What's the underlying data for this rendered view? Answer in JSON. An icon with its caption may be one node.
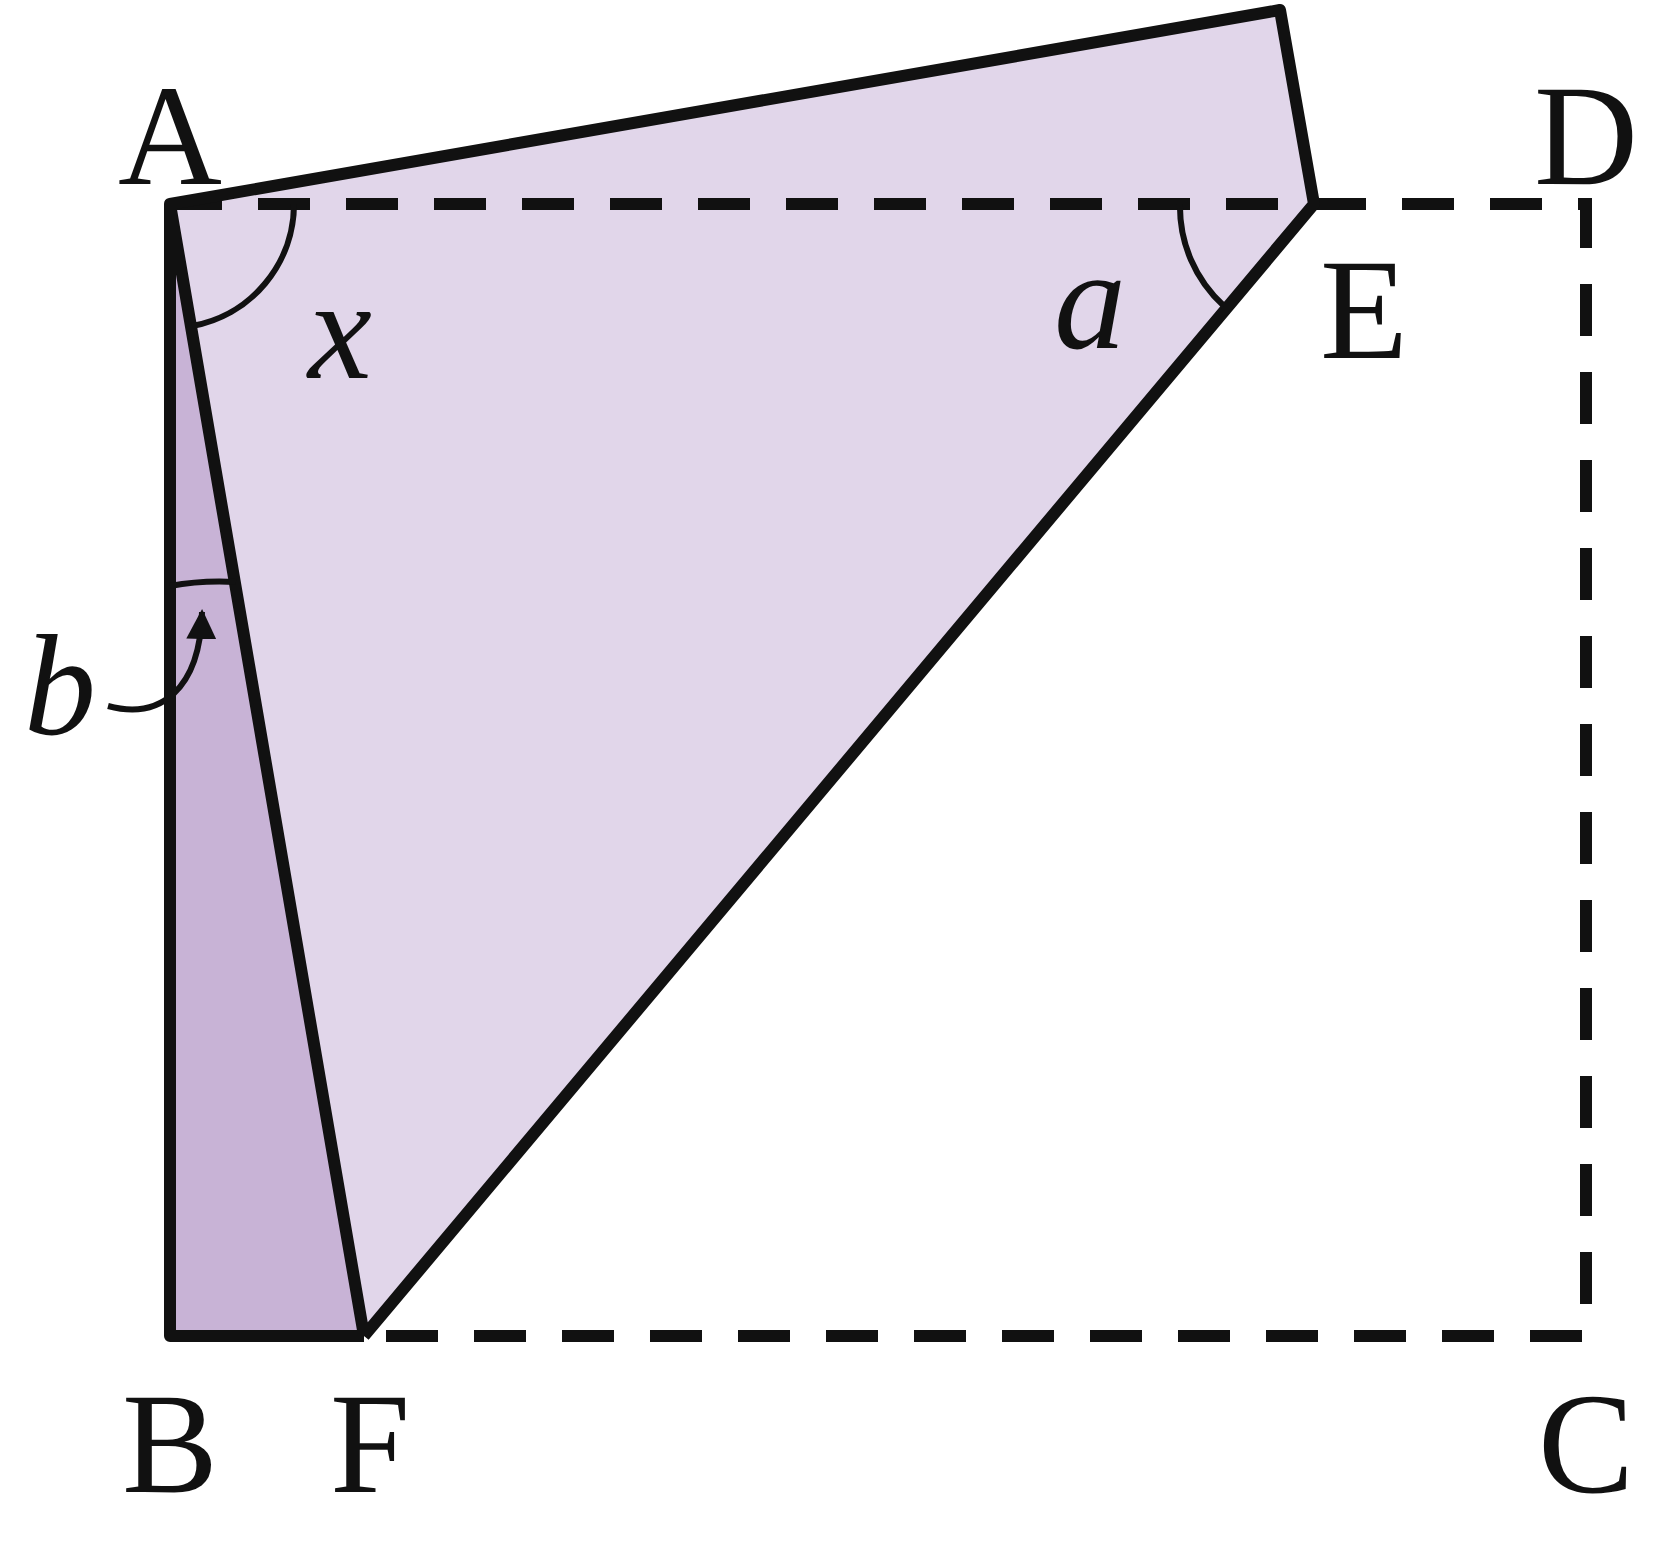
{
  "diagram": {
    "nodes": [
      {
        "text": [
          "b"
        ]
      },
      {
        "text": [],
        "shape": "arc"
      }
    ],
    "edges": [
      {
        "from": 0,
        "to": 1,
        "arrow": "to"
      }
    ],
    "labels": [
      "A",
      "D",
      "x",
      "a",
      "E",
      "B",
      "F",
      "C"
    ]
  }
}
